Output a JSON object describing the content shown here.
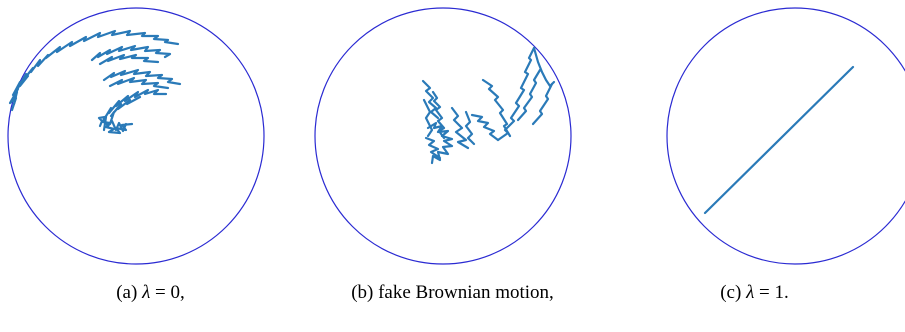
{
  "figure": {
    "panels": [
      {
        "id": "a",
        "caption": {
          "label": "(a)",
          "math": "λ",
          "rest": " = 0,"
        }
      },
      {
        "id": "b",
        "caption": {
          "label": "(b)",
          "math": "",
          "rest": " fake Brownian motion,"
        }
      },
      {
        "id": "c",
        "caption": {
          "label": "(c)",
          "math": "λ",
          "rest": " = 1."
        }
      }
    ],
    "colors": {
      "disk_outline": "#2a2ad2",
      "trace": "#2a7ab8"
    }
  }
}
